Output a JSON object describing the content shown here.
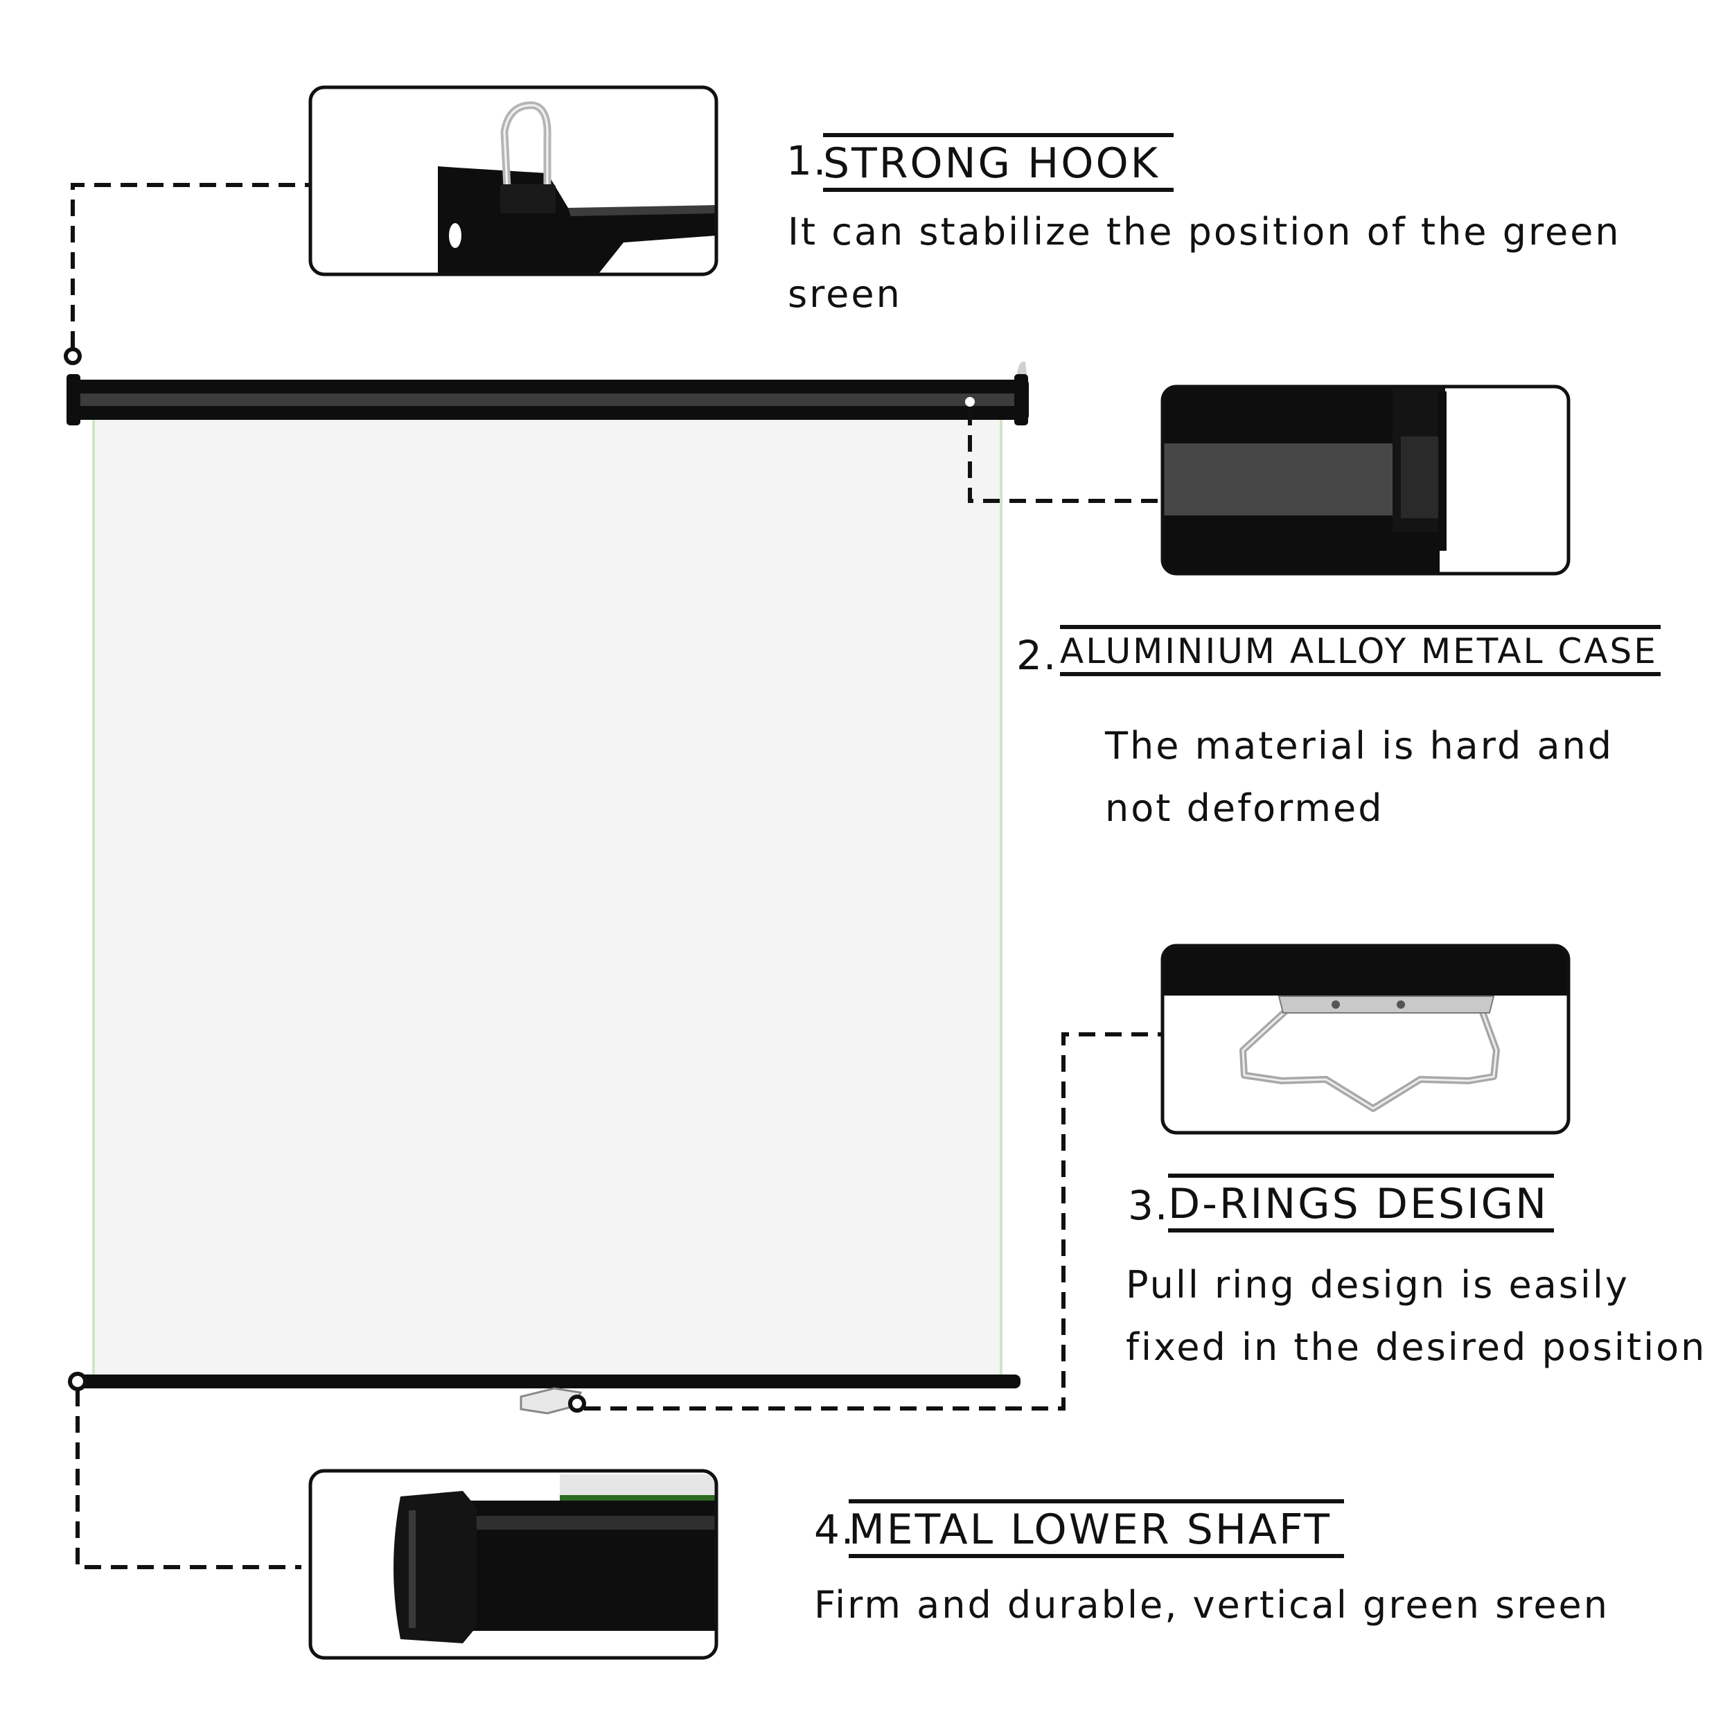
{
  "features": [
    {
      "number": "1.",
      "title": "STRONG HOOK",
      "description_lines": [
        "It can stabilize the position of the green",
        "sreen"
      ]
    },
    {
      "number": "2.",
      "title": "ALUMINIUM ALLOY METAL CASE",
      "description_lines": [
        "The material is hard and",
        "not deformed"
      ]
    },
    {
      "number": "3.",
      "title": "D-RINGS DESIGN",
      "description_lines": [
        "Pull ring design is easily",
        "fixed in the desired position"
      ]
    },
    {
      "number": "4.",
      "title": "METAL LOWER SHAFT",
      "description_lines": [
        "Firm and durable, vertical green sreen"
      ]
    }
  ],
  "colors": {
    "screen_fill": "#f4f4f4",
    "screen_edge": "#cfe6c8",
    "metal_dark": "#0e0e0e",
    "metal_mid": "#3c3c3c",
    "ring_silver": "#b5b5b5",
    "fabric_green": "#2e6b22"
  },
  "icons": [
    "hook-detail-icon",
    "case-corner-detail-icon",
    "d-ring-detail-icon",
    "shaft-end-detail-icon"
  ]
}
